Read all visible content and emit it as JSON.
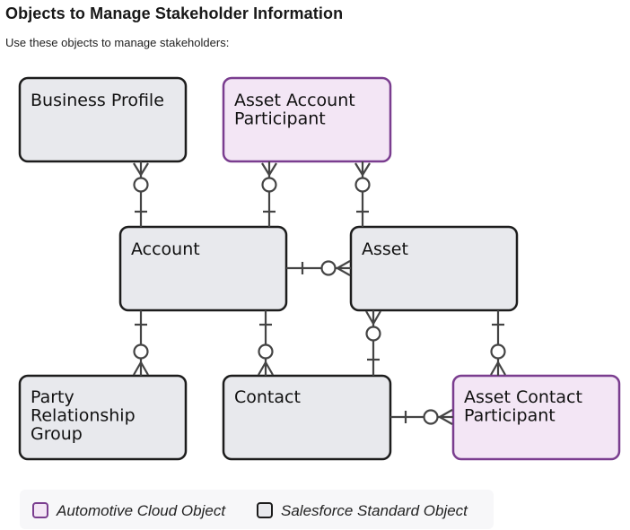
{
  "page": {
    "title": "Objects to Manage Stakeholder Information",
    "subtitle": "Use these objects to manage stakeholders:"
  },
  "colors": {
    "automotive_fill": "#f3e6f5",
    "automotive_border": "#7a3d8f",
    "standard_fill": "#e8e9ed",
    "standard_border": "#1c1c1c",
    "connector": "#444444"
  },
  "diagram": {
    "entities": {
      "business_profile": {
        "label": "Business Profile",
        "kind": "standard"
      },
      "asset_account_participant": {
        "label": "Asset Account Participant",
        "kind": "automotive"
      },
      "account": {
        "label": "Account",
        "kind": "standard"
      },
      "asset": {
        "label": "Asset",
        "kind": "standard"
      },
      "party_relationship_group": {
        "label": "Party Relationship Group",
        "kind": "standard"
      },
      "contact": {
        "label": "Contact",
        "kind": "standard"
      },
      "asset_contact_participant": {
        "label": "Asset Contact Participant",
        "kind": "automotive"
      }
    },
    "relationships": [
      {
        "from": "account",
        "to": "business_profile",
        "from_card": "one",
        "to_card": "zero-or-many"
      },
      {
        "from": "account",
        "to": "asset_account_participant",
        "from_card": "one",
        "to_card": "zero-or-many"
      },
      {
        "from": "asset",
        "to": "asset_account_participant",
        "from_card": "one",
        "to_card": "zero-or-many"
      },
      {
        "from": "account",
        "to": "asset",
        "from_card": "one",
        "to_card": "zero-or-many"
      },
      {
        "from": "account",
        "to": "party_relationship_group",
        "from_card": "one",
        "to_card": "zero-or-many"
      },
      {
        "from": "account",
        "to": "contact",
        "from_card": "one",
        "to_card": "zero-or-many"
      },
      {
        "from": "contact",
        "to": "asset",
        "from_card": "one",
        "to_card": "zero-or-many"
      },
      {
        "from": "asset",
        "to": "asset_contact_participant",
        "from_card": "one",
        "to_card": "zero-or-many"
      },
      {
        "from": "contact",
        "to": "asset_contact_participant",
        "from_card": "one",
        "to_card": "zero-or-many"
      }
    ]
  },
  "legend": {
    "automotive_label": "Automotive Cloud Object",
    "standard_label": "Salesforce Standard Object"
  }
}
